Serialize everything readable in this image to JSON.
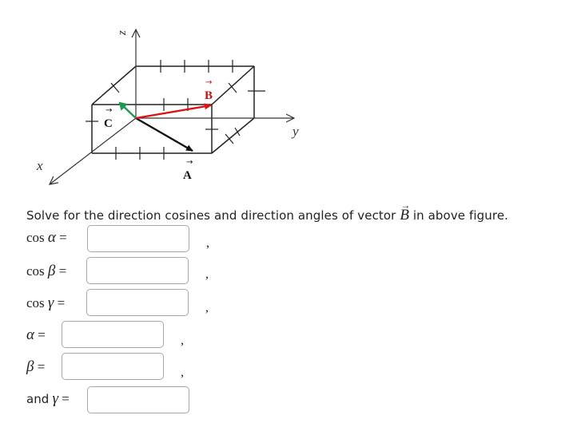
{
  "figure": {
    "axis_z": "z",
    "axis_y": "y",
    "axis_x": "x",
    "vector_a": "A",
    "vector_b": "B",
    "vector_c": "C",
    "colors": {
      "vector_a": "#111111",
      "vector_b": "#e01010",
      "vector_c": "#1a9a55",
      "grid": "#222222"
    }
  },
  "question": {
    "text_before": "Solve for the direction cosines and direction angles of vector ",
    "vector": "B",
    "text_after": " in above figure."
  },
  "rows": [
    {
      "func": "cos",
      "symbol": "α",
      "equals": "=",
      "value": "",
      "separator": ","
    },
    {
      "func": "cos",
      "symbol": "β",
      "equals": "=",
      "value": "",
      "separator": ","
    },
    {
      "func": "cos",
      "symbol": "γ",
      "equals": "=",
      "value": "",
      "separator": ","
    },
    {
      "symbol": "α",
      "equals": "=",
      "value": "",
      "separator": ","
    },
    {
      "symbol": "β",
      "equals": "=",
      "value": "",
      "separator": ","
    },
    {
      "prefix": "and",
      "symbol": "γ",
      "equals": "=",
      "value": ""
    }
  ]
}
